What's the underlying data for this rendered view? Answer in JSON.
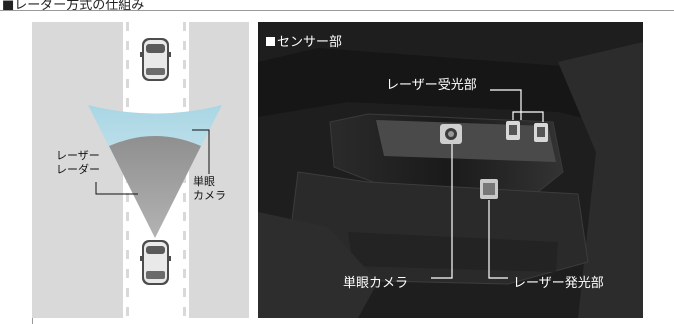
{
  "header": {
    "title": "■レーダー方式の仕組み"
  },
  "diagram": {
    "radar_label": "レーザー\nレーダー",
    "camera_label": "単眼\nカメラ"
  },
  "photo": {
    "title": "センサー部",
    "labels": {
      "laser_receiver": "レーザー受光部",
      "mono_camera": "単眼カメラ",
      "laser_emitter": "レーザー発光部"
    }
  },
  "colors": {
    "panel_background": "#d9d9d9",
    "camera_fan": "#b7dde8",
    "radar_fan": "#9a9a9a",
    "photo_background": "#1e1e1e"
  }
}
